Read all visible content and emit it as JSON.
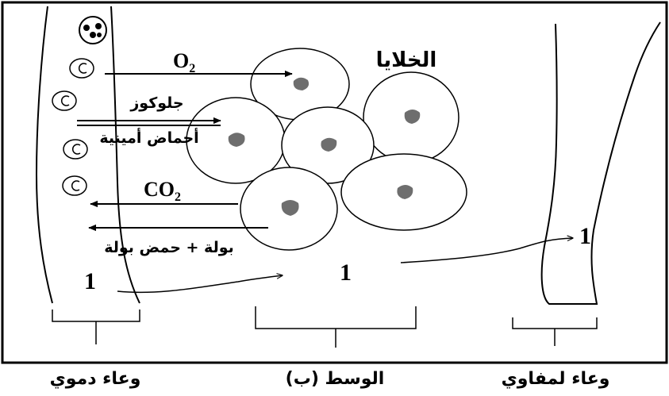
{
  "title": "الخلايا",
  "labels": {
    "o2": "O",
    "o2_sub": "2",
    "co2": "CO",
    "co2_sub": "2",
    "glucose": "جلوكوز",
    "amino_acids": "أحماض أمينية",
    "waste": "بولة + حمض بولة",
    "one_blood": "1",
    "one_medium": "1",
    "one_lymph": "1"
  },
  "captions": {
    "blood_vessel": "وعاء دموي",
    "medium": "الوسط (ب)",
    "lymph_vessel": "وعاء لمفاوي"
  },
  "icons": {
    "platelet": "platelet-icon",
    "red_cell": "red-blood-cell-icon"
  }
}
